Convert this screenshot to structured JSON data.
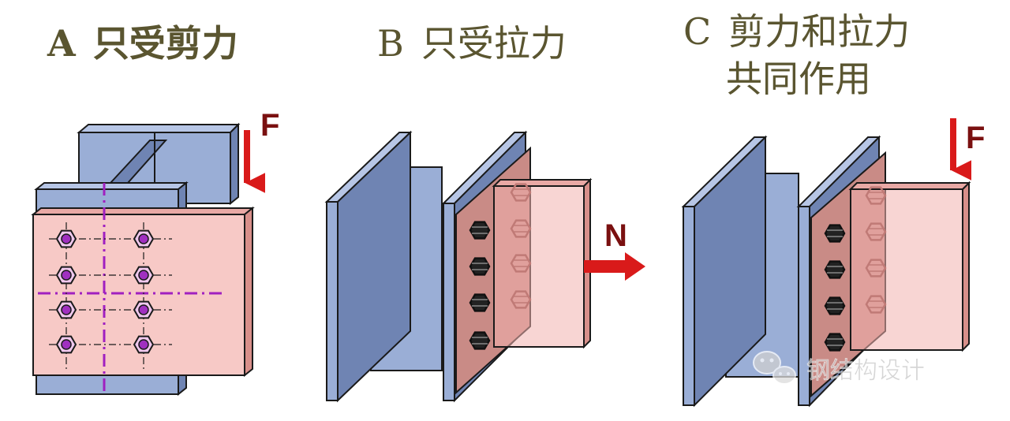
{
  "panels": [
    {
      "letter": "A",
      "caption": "只受剪力",
      "force_label": "F"
    },
    {
      "letter": "B",
      "caption": "只受拉力",
      "force_label": "N"
    },
    {
      "letter": "C",
      "caption_line1": "剪力和拉力",
      "caption_line2": "共同作用",
      "force_label": "F"
    }
  ],
  "watermark": {
    "text": "钢结构设计",
    "icon": "wechat-icon"
  },
  "colors": {
    "title": "#5a5530",
    "force": "#d91a1a",
    "force_label": "#7a1010",
    "beam": "#9aaed6",
    "beam_dark": "#6f84b3",
    "plate": "#f7c9c6",
    "plate_translucent": "#f2b3ae",
    "outline": "#1a1a1a",
    "centerline": "#a020c0",
    "bolt": "#a030c0"
  }
}
